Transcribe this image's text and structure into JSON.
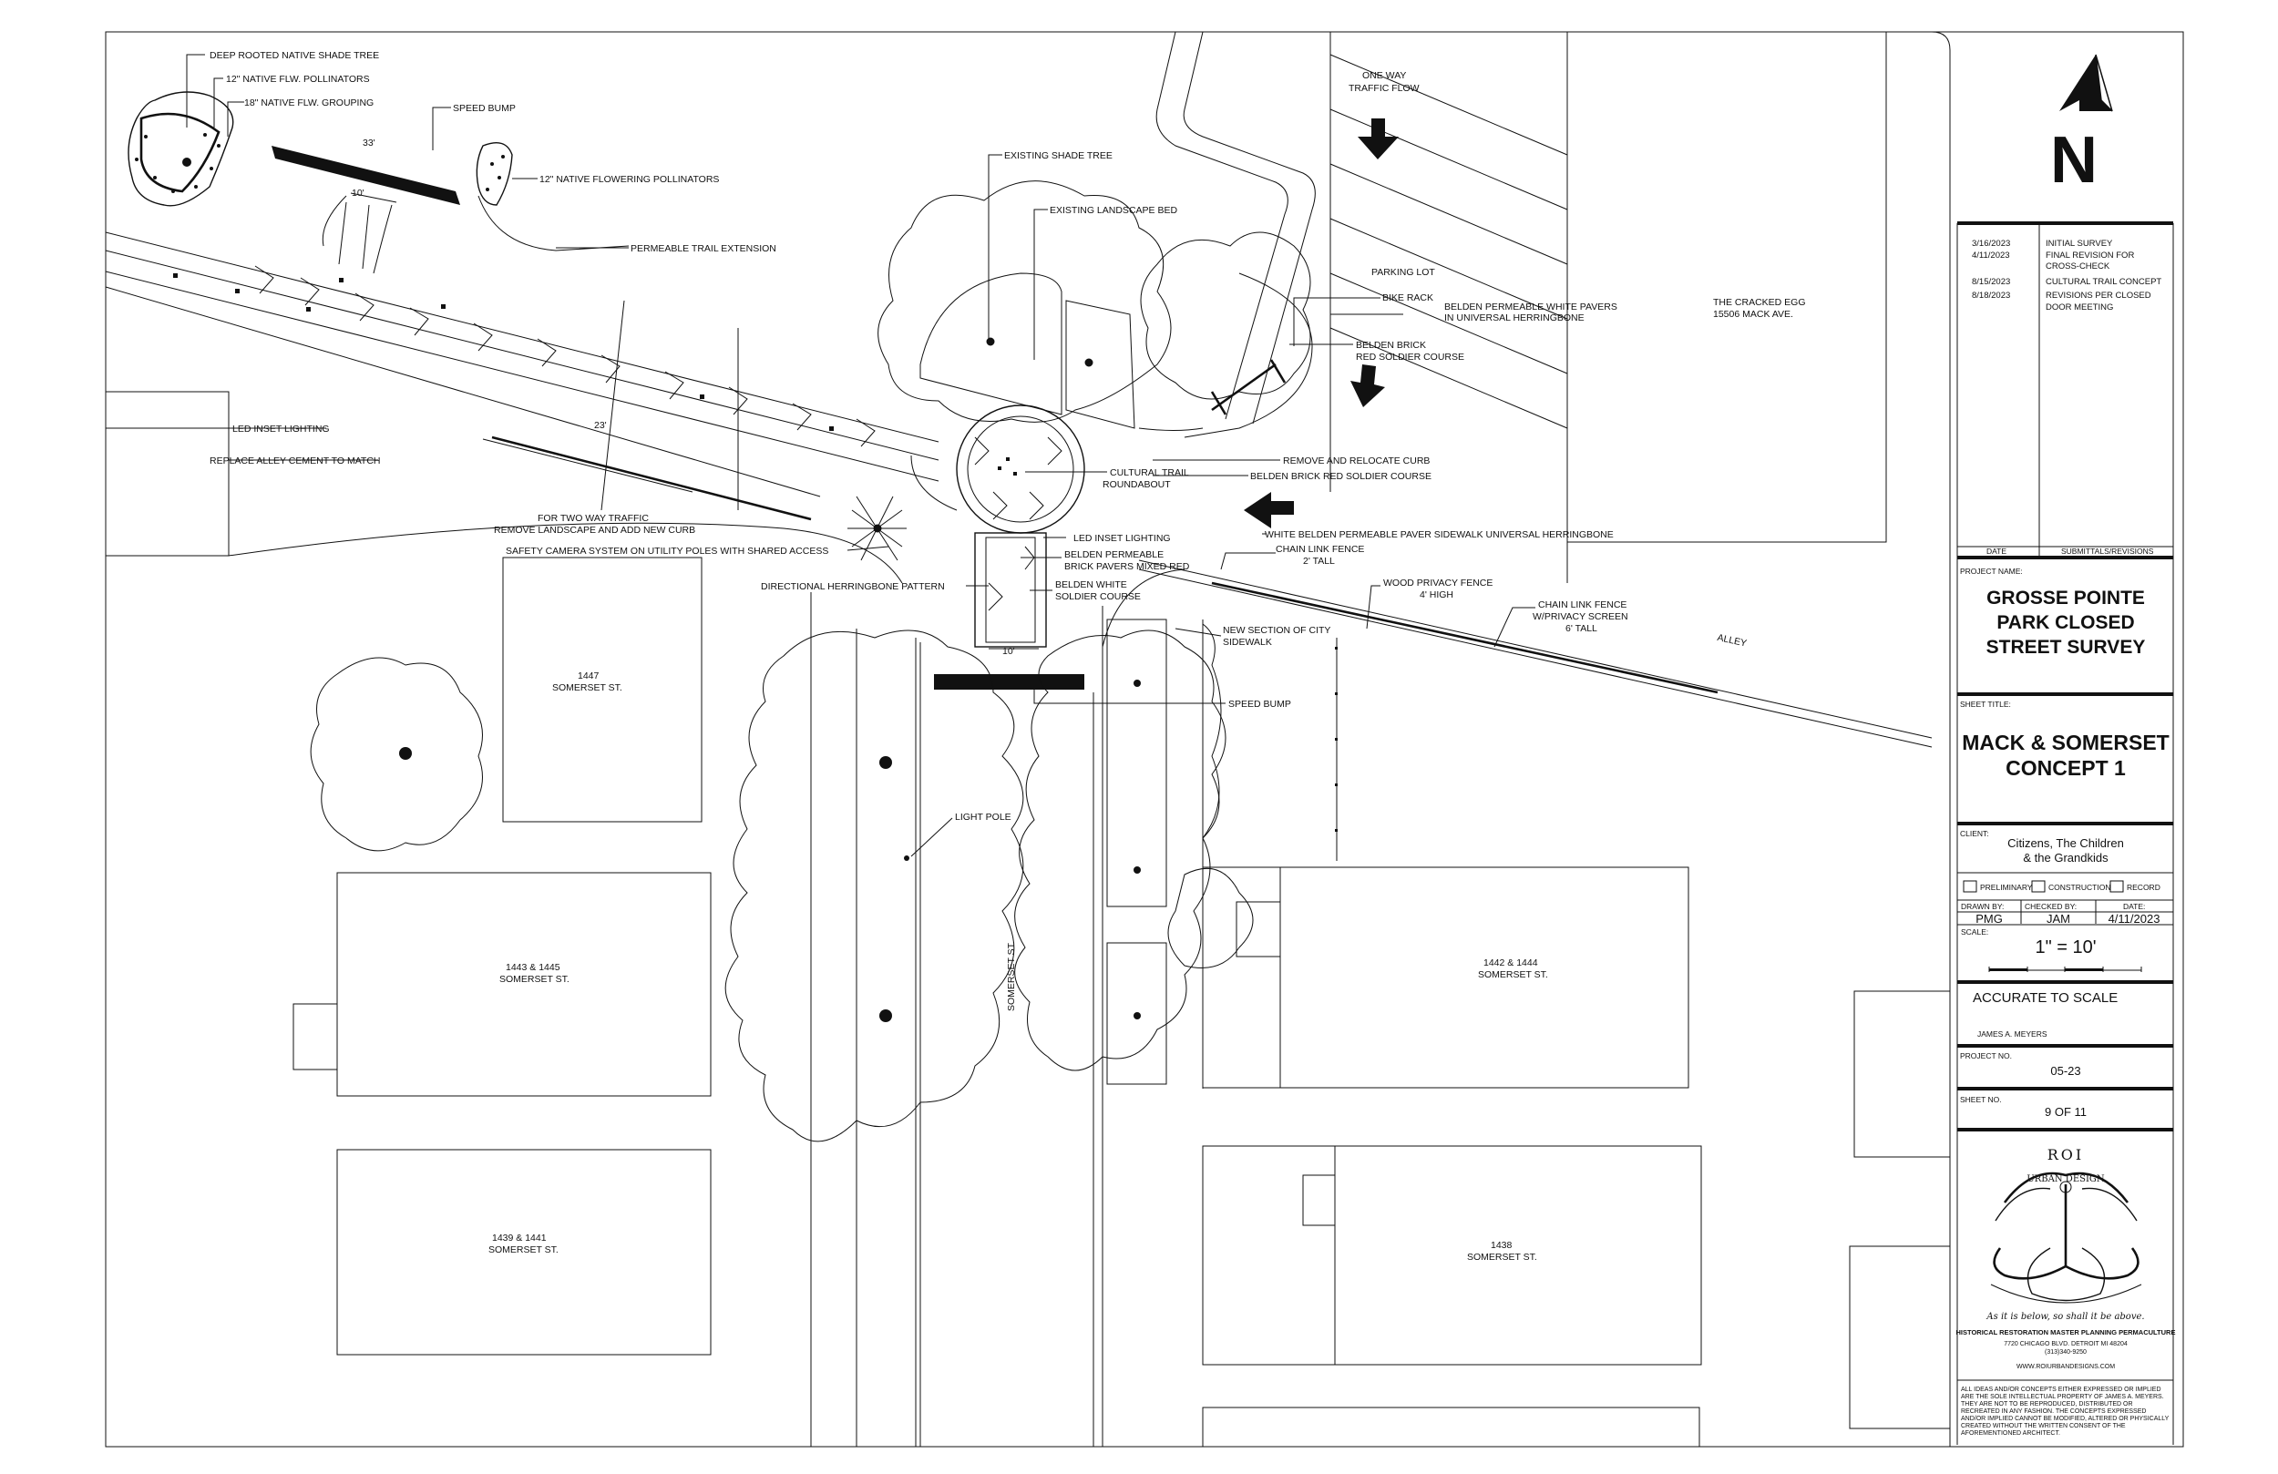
{
  "labels": {
    "deep_rooted_tree": "DEEP ROOTED NATIVE SHADE TREE",
    "native_flw_pollinators": "12\" NATIVE FLW. POLLINATORS",
    "native_flw_grouping": "18\" NATIVE FLW. GROUPING",
    "speed_bump_top": "SPEED BUMP",
    "dim_33": "33'",
    "dim_10_top": "10'",
    "native_flowering_pollinators": "12\" NATIVE FLOWERING POLLINATORS",
    "permeable_trail_extension": "PERMEABLE TRAIL EXTENSION",
    "existing_shade_tree": "EXISTING SHADE TREE",
    "existing_landscape_bed": "EXISTING LANDSCAPE BED",
    "one_way_1": "ONE WAY",
    "one_way_2": "TRAFFIC FLOW",
    "parking_lot": "PARKING LOT",
    "bike_rack": "BIKE RACK",
    "belden_pavers_1": "BELDEN PERMEABLE WHITE PAVERS",
    "belden_pavers_2": "IN UNIVERSAL HERRINGBONE",
    "belden_brick_1": "BELDEN BRICK",
    "belden_brick_2": "RED SOLDIER COURSE",
    "cracked_egg_1": "THE CRACKED EGG",
    "cracked_egg_2": "15506 MACK AVE.",
    "led_inset_lighting_1": "LED INSET LIGHTING",
    "replace_alley_cement": "REPLACE ALLEY CEMENT TO MATCH",
    "dim_23": "23'",
    "remove_relocate_curb": "REMOVE AND RELOCATE CURB",
    "belden_red_soldier": "BELDEN BRICK RED SOLDIER COURSE",
    "cultural_trail_1": "CULTURAL TRAIL",
    "cultural_trail_2": "ROUNDABOUT",
    "two_way_1": "FOR TWO WAY TRAFFIC",
    "two_way_2": "REMOVE LANDSCAPE AND ADD NEW CURB",
    "safety_camera": "SAFETY CAMERA SYSTEM ON UTILITY POLES WITH SHARED ACCESS",
    "led_inset_lighting_2": "LED INSET LIGHTING",
    "white_belden_sidewalk": "WHITE BELDEN PERMEABLE PAVER SIDEWALK UNIVERSAL HERRINGBONE",
    "chain_fence_1": "CHAIN LINK FENCE",
    "chain_fence_2": "2' TALL",
    "brick_mixed_1": "BELDEN PERMEABLE",
    "brick_mixed_2": "BRICK PAVERS MIXED RED",
    "directional_herringbone": "DIRECTIONAL HERRINGBONE PATTERN",
    "belden_white_1": "BELDEN WHITE",
    "belden_white_2": "SOLDIER COURSE",
    "wood_fence_1": "WOOD PRIVACY FENCE",
    "wood_fence_2": "4' HIGH",
    "chain_privacy_1": "CHAIN LINK FENCE",
    "chain_privacy_2": "W/PRIVACY SCREEN",
    "chain_privacy_3": "6' TALL",
    "new_sidewalk_1": "NEW SECTION OF CITY",
    "new_sidewalk_2": "SIDEWALK",
    "alley": "ALLEY",
    "dim_10_bottom": "10'",
    "speed_bump_bottom": "SPEED BUMP",
    "lot_1447_a": "1447",
    "lot_1447_b": "SOMERSET ST.",
    "light_pole": "LIGHT POLE",
    "lot_1443_a": "1443 & 1445",
    "lot_1443_b": "SOMERSET ST.",
    "somerset_st": "SOMERSET ST.",
    "lot_1442_a": "1442 & 1444",
    "lot_1442_b": "SOMERSET ST.",
    "lot_1439_a": "1439 & 1441",
    "lot_1439_b": "SOMERSET ST.",
    "lot_1438_a": "1438",
    "lot_1438_b": "SOMERSET ST."
  },
  "title_block": {
    "north": "N",
    "revisions": [
      {
        "date": "3/16/2023",
        "desc": [
          "INITIAL SURVEY"
        ]
      },
      {
        "date": "4/11/2023",
        "desc": [
          "FINAL REVISION FOR",
          "CROSS-CHECK"
        ]
      },
      {
        "date": "8/15/2023",
        "desc": [
          "CULTURAL TRAIL CONCEPT"
        ]
      },
      {
        "date": "8/18/2023",
        "desc": [
          "REVISIONS PER CLOSED",
          "DOOR MEETING"
        ]
      }
    ],
    "date_header": "DATE",
    "submittals_header": "SUBMITTALS/REVISIONS",
    "project_name_label": "PROJECT NAME:",
    "project_name": [
      "GROSSE POINTE",
      "PARK CLOSED",
      "STREET SURVEY"
    ],
    "sheet_title_label": "SHEET TITLE:",
    "sheet_title": [
      "MACK & SOMERSET",
      "CONCEPT 1"
    ],
    "client_label": "CLIENT:",
    "client": [
      "Citizens, The Children",
      "& the Grandkids"
    ],
    "preliminary": "PRELIMINARY",
    "construction": "CONSTRUCTION",
    "record": "RECORD",
    "drawn_by_label": "DRAWN BY:",
    "checked_by_label": "CHECKED BY:",
    "date_label": "DATE:",
    "drawn_by": "PMG",
    "checked_by": "JAM",
    "date": "4/11/2023",
    "scale_label": "SCALE:",
    "scale": "1\" = 10'",
    "accurate": "ACCURATE TO SCALE",
    "signature": "JAMES A. MEYERS",
    "project_no_label": "PROJECT NO.",
    "project_no": "05-23",
    "sheet_no_label": "SHEET NO.",
    "sheet_no": "9 OF 11",
    "logo_top": "ROI",
    "logo_sub": "URBAN DESIGN",
    "motto": "As it is below, so shall it be above.",
    "firm_line": "HISTORICAL RESTORATION  MASTER PLANNING  PERMACULTURE",
    "address": "7720 CHICAGO BLVD.  DETROIT MI 48204",
    "phone": "(313)340-9250",
    "website": "WWW.ROIURBANDESIGNS.COM",
    "disclaimer": [
      "ALL IDEAS AND/OR CONCEPTS EITHER EXPRESSED OR IMPLIED",
      "ARE THE SOLE INTELLECTUAL PROPERTY OF JAMES A. MEYERS.",
      "THEY ARE NOT TO BE REPRODUCED, DISTRIBUTED OR",
      "RECREATED IN ANY FASHION. THE CONCEPTS EXPRESSED",
      "AND/OR IMPLIED CANNOT BE MODIFIED, ALTERED OR PHYSICALLY",
      "CREATED WITHOUT THE WRITTEN CONSENT OF THE",
      "AFOREMENTIONED ARCHITECT."
    ]
  }
}
